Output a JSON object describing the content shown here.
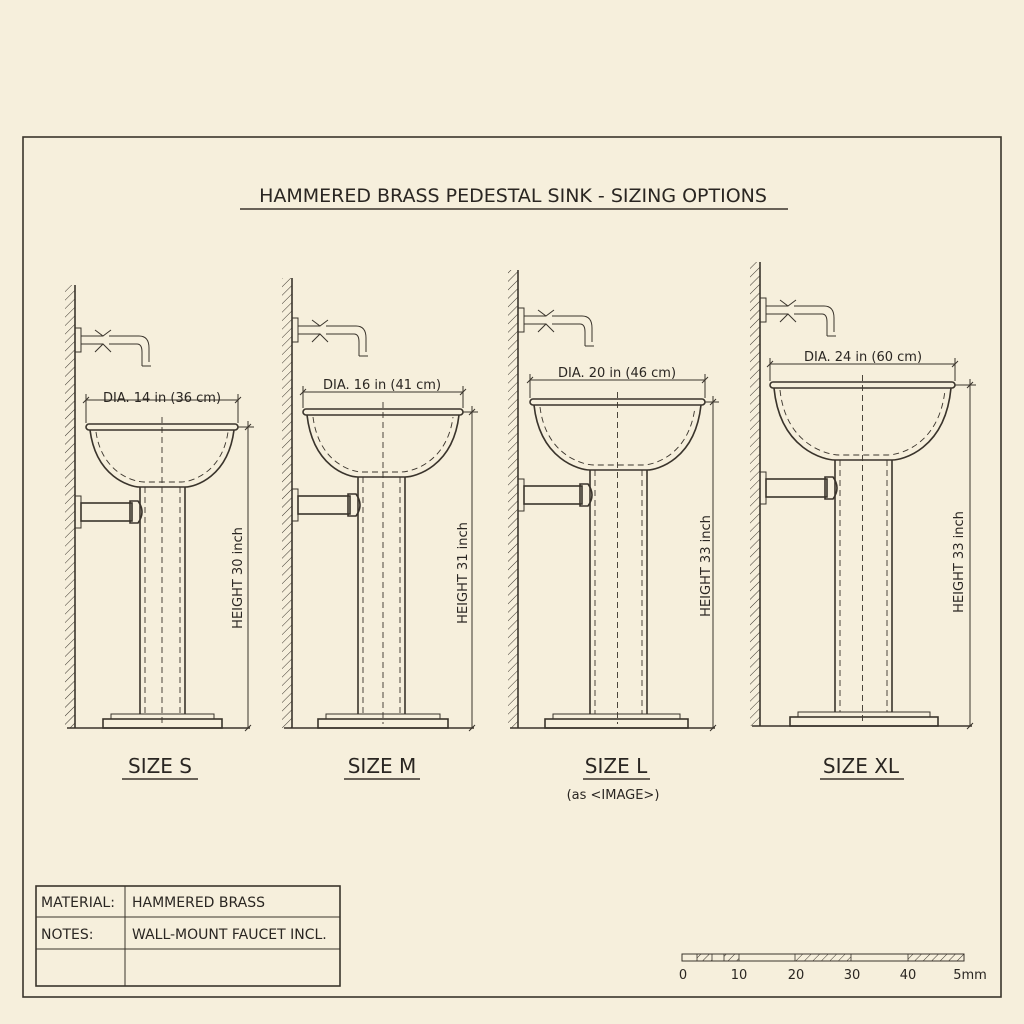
{
  "title": "HAMMERED BRASS PEDESTAL SINK - SIZING OPTIONS",
  "sinks": [
    {
      "size_label": "SIZE S",
      "diameter_label": "DIA. 14 in (36 cm)",
      "height_label": "HEIGHT 30 inch",
      "note": ""
    },
    {
      "size_label": "SIZE M",
      "diameter_label": "DIA. 16 in (41 cm)",
      "height_label": "HEIGHT 31 inch",
      "note": ""
    },
    {
      "size_label": "SIZE L",
      "diameter_label": "DIA. 20 in (46 cm)",
      "height_label": "HEIGHT 33 inch",
      "note": "(as <IMAGE>)"
    },
    {
      "size_label": "SIZE XL",
      "diameter_label": "DIA. 24 in (60 cm)",
      "height_label": "HEIGHT 33 inch",
      "note": ""
    }
  ],
  "spec_table": {
    "rows": [
      {
        "label": "MATERIAL:",
        "value": "HAMMERED BRASS"
      },
      {
        "label": "NOTES:",
        "value": "WALL-MOUNT FAUCET INCL."
      },
      {
        "label": "",
        "value": ""
      }
    ]
  },
  "scale_bar": {
    "ticks": [
      "0",
      "10",
      "20",
      "30",
      "40",
      "5mm"
    ]
  },
  "colors": {
    "paper": "#f6efdc",
    "ink": "#2a2622"
  }
}
